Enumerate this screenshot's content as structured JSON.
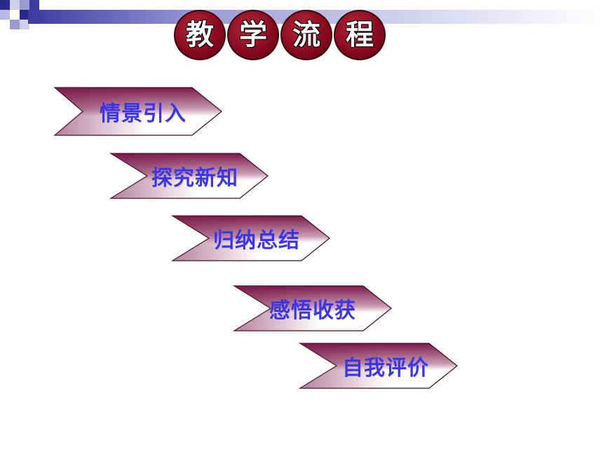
{
  "title": {
    "chars": [
      "教",
      "学",
      "流",
      "程"
    ]
  },
  "steps": [
    {
      "label": "情景引入"
    },
    {
      "label": "探究新知"
    },
    {
      "label": "归纳总结"
    },
    {
      "label": "感悟收获"
    },
    {
      "label": "自我评价"
    }
  ],
  "colors": {
    "title_circle": "#8a0a1e",
    "chevron_dark": "#7a1a4a",
    "label_text": "#3a36e8",
    "bar_dark": "#3a3aa0"
  }
}
